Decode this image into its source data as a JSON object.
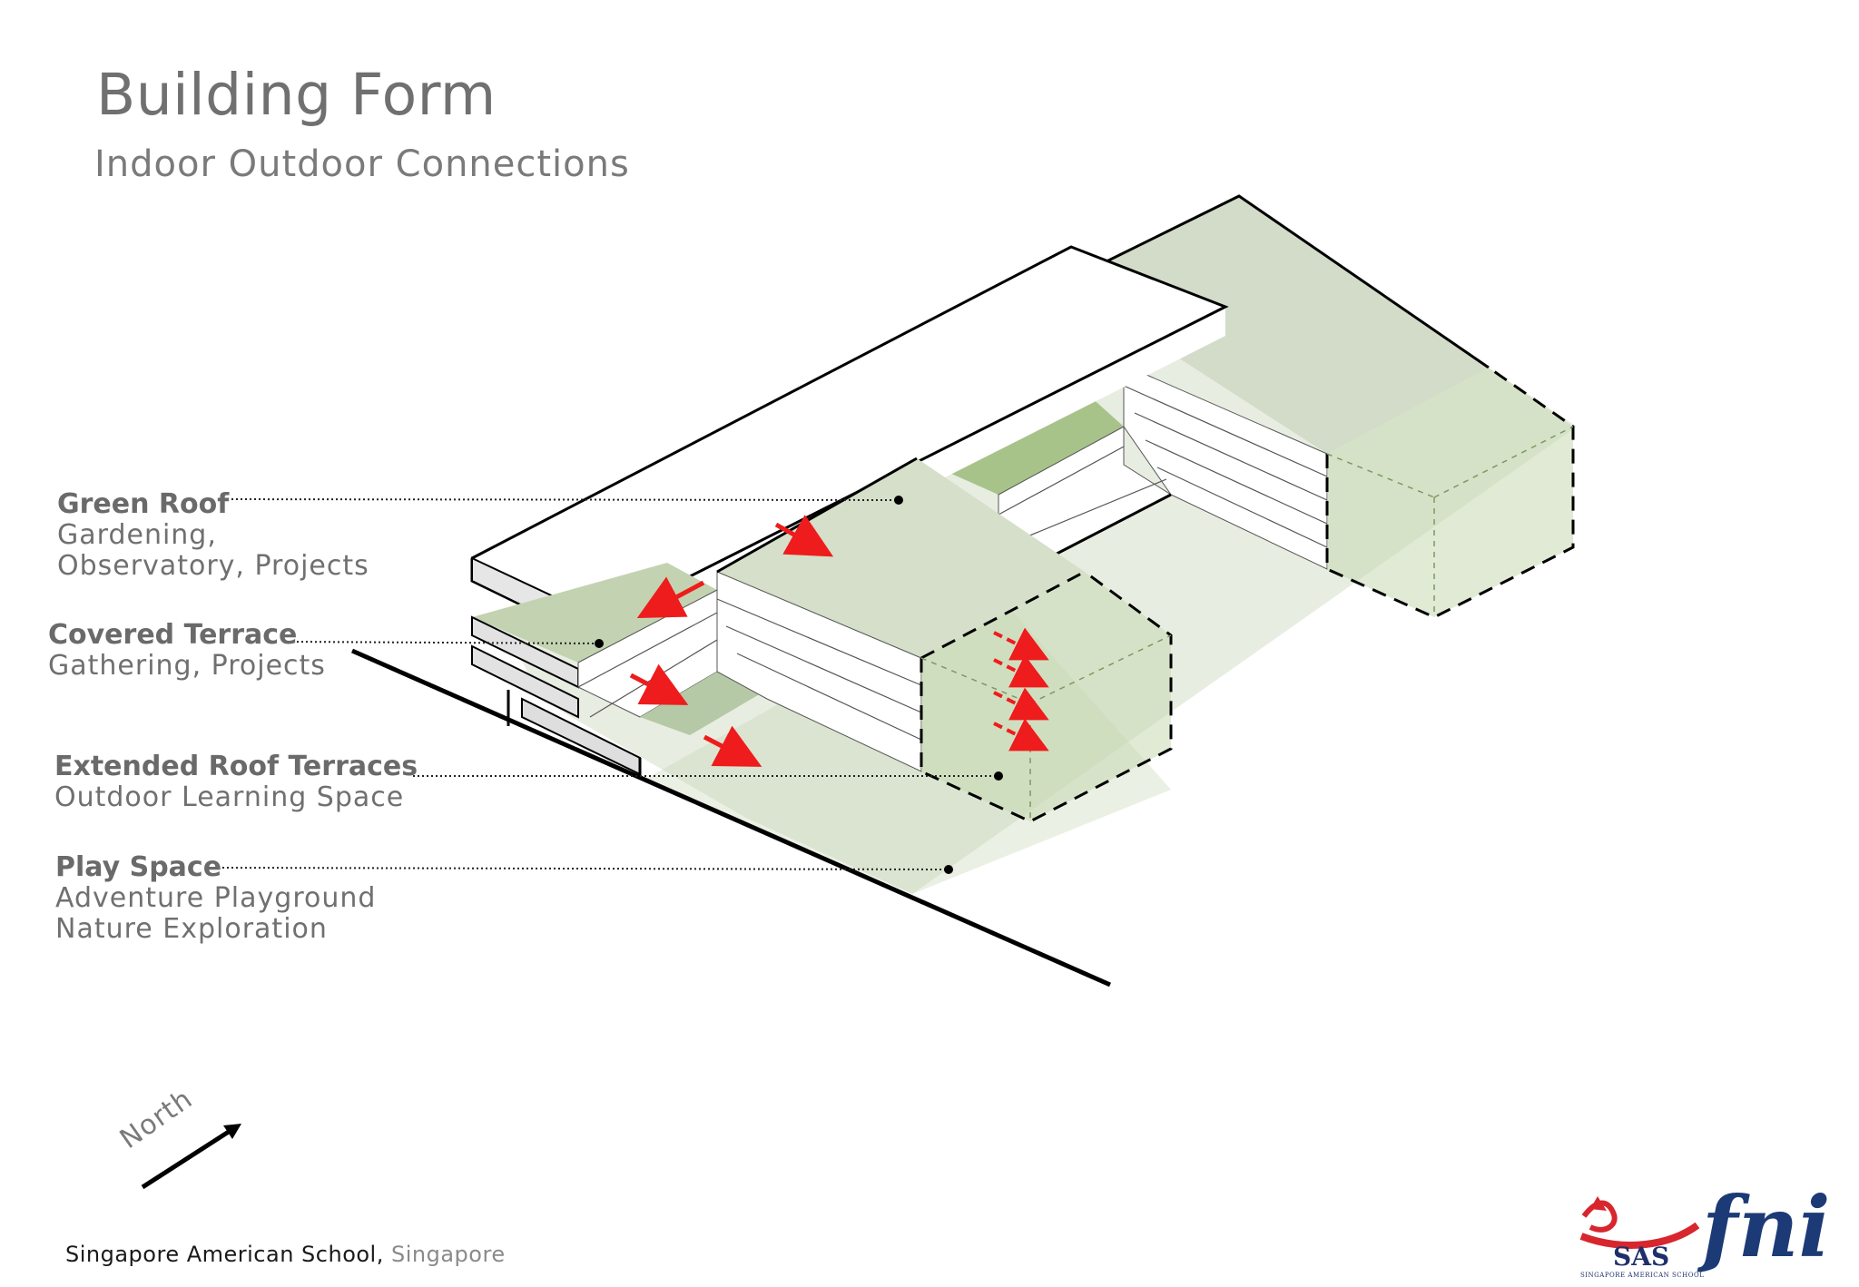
{
  "header": {
    "title": "Building Form",
    "subtitle": "Indoor Outdoor Connections"
  },
  "callouts": [
    {
      "heading": "Green Roof",
      "lines": [
        "Gardening,",
        "Observatory, Projects"
      ]
    },
    {
      "heading": "Covered Terrace",
      "lines": [
        "Gathering, Projects"
      ]
    },
    {
      "heading": "Extended Roof Terraces",
      "lines": [
        "Outdoor Learning Space"
      ]
    },
    {
      "heading": "Play Space",
      "lines": [
        "Adventure Playground",
        "Nature Exploration"
      ]
    }
  ],
  "compass": {
    "label": "North"
  },
  "footer": {
    "project": "Singapore American School",
    "separator": ", ",
    "location": "Singapore"
  },
  "logos": {
    "sas": {
      "text": "SAS",
      "tagline": "SINGAPORE AMERICAN SCHOOL",
      "color": "#1f2f6b",
      "accent": "#d7262e"
    },
    "fni": {
      "text": "fni",
      "color": "#1c3a75"
    }
  },
  "colors": {
    "green_fill": "#d5dfc9",
    "green_dark": "#b5c9a6",
    "green_roof": "#a7c38a",
    "arrow": "#ee1c1c",
    "outline": "#000000",
    "text": "#707070"
  }
}
